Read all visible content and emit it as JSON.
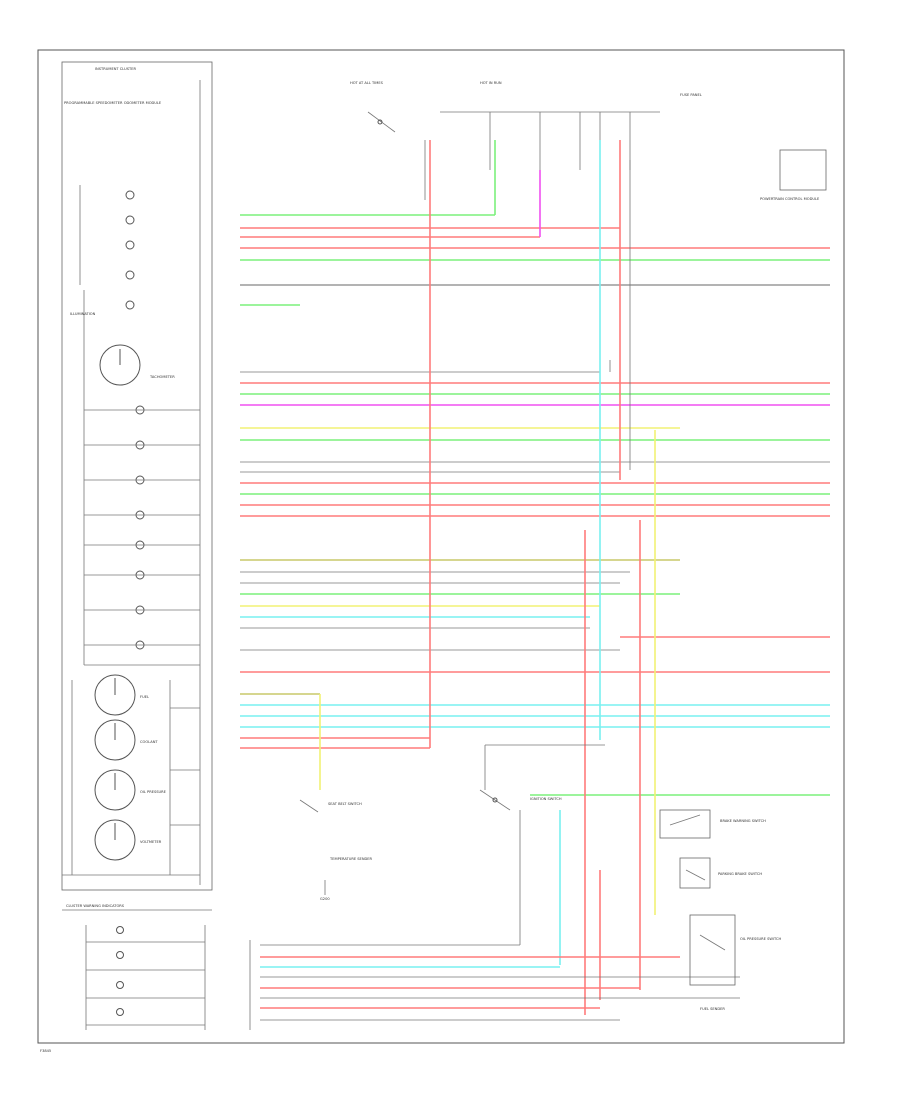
{
  "page_code": "F3845",
  "colors": {
    "green": "#7CF07C",
    "red": "#FF7B7B",
    "pink": "#F5A0C8",
    "magenta": "#F050F0",
    "cyan": "#79F0F0",
    "yellow": "#F2F275",
    "olive": "#C8C86A",
    "gray": "#9A9A9A",
    "dark": "#555555"
  },
  "blocks": {
    "cluster_header": "INSTRUMENT CLUSTER",
    "cluster_module": "PROGRAMMABLE SPEEDOMETER ODOMETER MODULE",
    "illumination": "ILLUMINATION",
    "tachometer": "TACHOMETER",
    "fuel_gauge": "FUEL",
    "coolant_gauge": "COOLANT",
    "oil_gauge": "OIL PRESSURE",
    "voltmeter": "VOLTMETER",
    "lower_section": "CLUSTER WARNING INDICATORS",
    "hot_at_all_times": "HOT AT ALL TIMES",
    "hot_in_run": "HOT IN RUN",
    "fuse_panel": "FUSE PANEL",
    "ignition_switch": "IGNITION SWITCH",
    "brake_warning": "BRAKE WARNING SWITCH",
    "parking_brake": "PARKING BRAKE SWITCH",
    "oil_pressure_switch": "OIL PRESSURE SWITCH",
    "seat_belt": "SEAT BELT SWITCH",
    "fuel_sender": "FUEL SENDER",
    "temp_sender": "TEMPERATURE SENDER",
    "powertrain_module": "POWERTRAIN CONTROL MODULE",
    "ground": "G200"
  }
}
